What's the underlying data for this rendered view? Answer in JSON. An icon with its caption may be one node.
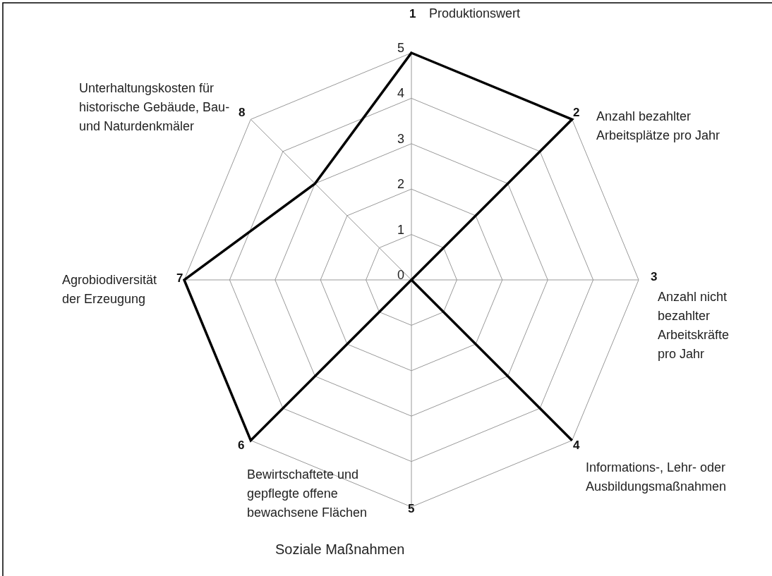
{
  "diagram": {
    "caption": "Soziale Maßnahmen",
    "labels": [
      "1",
      "Produktionswert",
      "5",
      "4",
      "Unterhaltungskosten für historische Gebäude, Bau- und Naturdenkmäler",
      "8",
      "2",
      "Anzahl bezahlter Arbeitsplätze pro Jahr",
      "3",
      "2",
      "1",
      "3",
      "Agrobiodiversität der Erzeugung",
      "7",
      "0",
      "Anzahl nicht bezahlter Arbeitskräfte pro Jahr",
      "6",
      "4",
      "Informations-, Lehr- oder Ausbildungsmaßnahmen",
      "Bewirtschaftete und gepflegte offene bewachsene Flächen",
      "5"
    ]
  }
}
